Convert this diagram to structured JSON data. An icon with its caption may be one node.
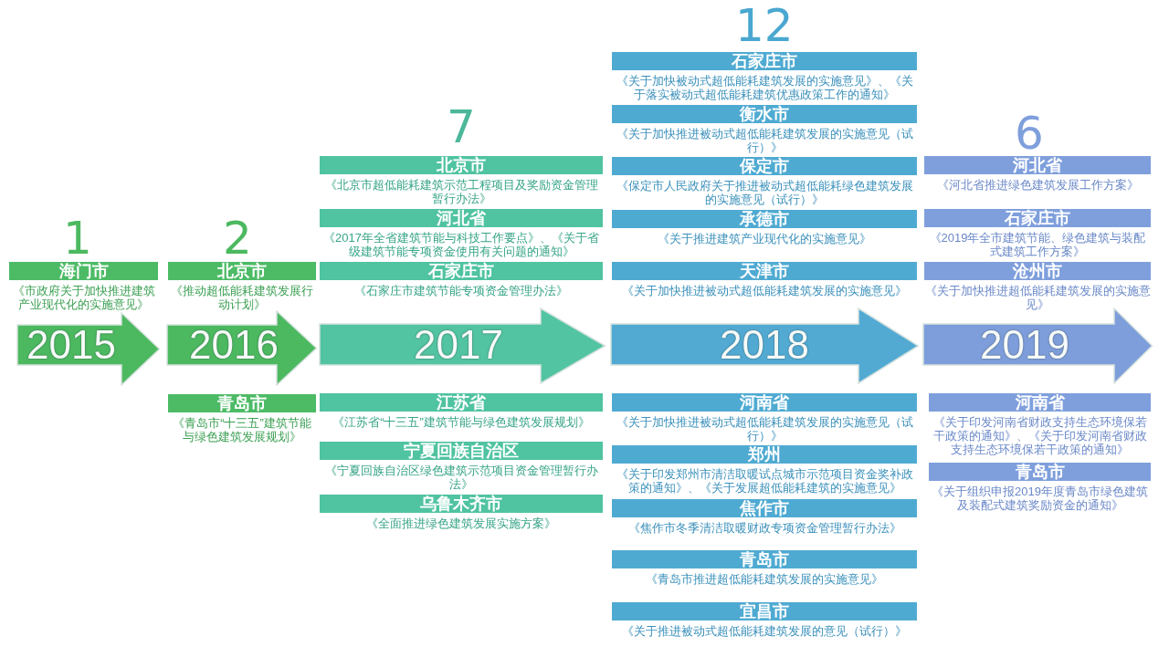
{
  "diagram": {
    "nodes": [
      {
        "text": [
          "海门市",
          "《市政府关于加快推进建筑产业现代化的实施意见》"
        ]
      },
      {
        "text": [
          "2015"
        ]
      },
      {
        "text": [
          "北京市",
          "《推动超低能耗建筑发展行动计划》"
        ]
      },
      {
        "text": [
          "2016"
        ]
      },
      {
        "text": [
          "青岛市",
          "《青岛市“十三五”建筑节能与绿色建筑发展规划》"
        ]
      },
      {
        "text": [
          "北京市",
          "《北京市超低能耗建筑示范工程项目及奖励资金管理暂行办法》"
        ]
      },
      {
        "text": [
          "河北省",
          "《2017年全省建筑节能与科技工作要点》、《关于省级建筑节能专项资金使用有关问题的通知》"
        ]
      },
      {
        "text": [
          "石家庄市",
          "《石家庄市建筑节能专项资金管理办法》"
        ]
      },
      {
        "text": [
          "2017"
        ]
      },
      {
        "text": [
          "江苏省",
          "《江苏省“十三五”建筑节能与绿色建筑发展规划》"
        ]
      },
      {
        "text": [
          "宁夏回族自治区",
          "《宁夏回族自治区绿色建筑示范项目资金管理暂行办法》"
        ]
      },
      {
        "text": [
          "乌鲁木齐市",
          "《全面推进绿色建筑发展实施方案》"
        ]
      },
      {
        "text": [
          "石家庄市",
          "《关于加快被动式超低能耗建筑发展的实施意见》、《关于落实被动式超低能耗建筑优惠政策工作的通知》"
        ]
      },
      {
        "text": [
          "衡水市",
          "《关于加快推进被动式超低能耗建筑发展的实施意见（试行）》"
        ]
      },
      {
        "text": [
          "保定市",
          "《保定市人民政府关于推进被动式超低能耗绿色建筑发展的实施意见（试行）》"
        ]
      },
      {
        "text": [
          "承德市",
          "《关于推进建筑产业现代化的实施意见》"
        ]
      },
      {
        "text": [
          "天津市",
          "《关于加快推进被动式超低能耗建筑发展的实施意见》"
        ]
      },
      {
        "text": [
          "2018"
        ]
      },
      {
        "text": [
          "河南省",
          "《关于加快推进被动式超低能耗建筑发展的实施意见（试行）》"
        ]
      },
      {
        "text": [
          "郑州",
          "《关于印发郑州市清洁取暖试点城市示范项目资金奖补政策的通知》、《关于发展超低能耗建筑的实施意见》"
        ]
      },
      {
        "text": [
          "焦作市",
          "《焦作市冬季清洁取暖财政专项资金管理暂行办法》"
        ]
      },
      {
        "text": [
          "青岛市",
          "《青岛市推进超低能耗建筑发展的实施意见》"
        ]
      },
      {
        "text": [
          "宜昌市",
          "《关于推进被动式超低能耗建筑发展的意见（试行）》"
        ]
      },
      {
        "text": [
          "河北省",
          "《河北省推进绿色建筑发展工作方案》"
        ]
      },
      {
        "text": [
          "石家庄市",
          "《2019年全市建筑节能、绿色建筑与装配式建筑工作方案》"
        ]
      },
      {
        "text": [
          "沧州市",
          "《关于加快推进超低能耗建筑发展的实施意见》"
        ]
      },
      {
        "text": [
          "2019"
        ]
      },
      {
        "text": [
          "河南省",
          "《关于印发河南省财政支持生态环境保若干政策的通知》、《关于印发河南省财政支持生态环境保若干政策的通知》"
        ]
      },
      {
        "text": [
          "青岛市",
          "《关于组织申报2019年度青岛市绿色建筑及装配式建筑奖励资金的通知》"
        ]
      }
    ],
    "labels": [
      "1",
      "2",
      "7",
      "12",
      "6"
    ]
  }
}
